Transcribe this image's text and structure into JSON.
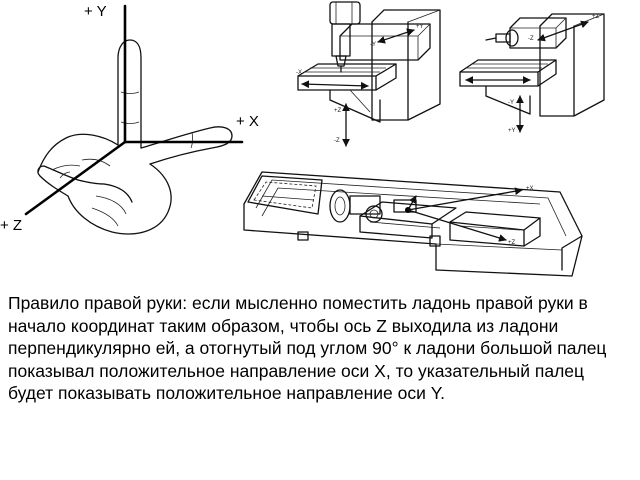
{
  "hand_axes": {
    "y_label": "+ Y",
    "x_label": "+ X",
    "z_label": "+ Z"
  },
  "machine_labels": {
    "vertical_mill": {
      "x_minus": "-X",
      "y_minus": "-Y",
      "y_plus": "+Y",
      "z_minus": "-Z",
      "z_plus": "+Z"
    },
    "horizontal_mill": {
      "z_minus": "-Z",
      "z_plus": "+Z",
      "y_minus": "-Y",
      "y_plus": "+Y"
    },
    "lathe": {
      "x_plus": "+X",
      "z_plus": "+Z"
    }
  },
  "caption": "Правило правой руки: если мысленно поместить ладонь правой руки в начало координат таким образом, чтобы ось Z выходила из ладони перпендикулярно ей, а отогнутый под углом 90° к ладони большой палец показывал положительное направление оси X, то указательный палец будет показывать положительное направление оси Y."
}
